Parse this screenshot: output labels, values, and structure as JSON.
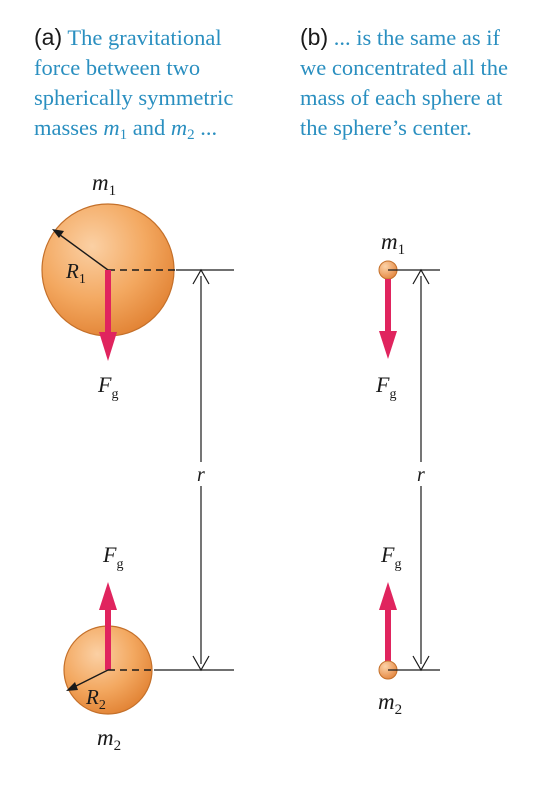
{
  "caption_a": {
    "tag": "(a)",
    "line1": "The gravitational",
    "line2": "force between two",
    "line3": "spherically symmetric",
    "line4_prefix": "masses",
    "mass1_symbol": "m",
    "mass1_sub": "1",
    "conj": "and",
    "mass2_symbol": "m",
    "mass2_sub": "2",
    "line4_suffix": "..."
  },
  "caption_b": {
    "tag": "(b)",
    "line1": "... is the same as if",
    "line2": "we concentrated all the",
    "line3": "mass of each sphere at",
    "line4": "the sphere’s center."
  },
  "labels": {
    "m": "m",
    "sub1": "1",
    "sub2": "2",
    "R": "R",
    "F": "F",
    "g": "g",
    "r": "r"
  },
  "colors": {
    "caption_text": "#2a8fc0",
    "sphere_light": "#fbd0a4",
    "sphere_dark": "#e88a3a",
    "sphere_edge": "#c4702a",
    "force_arrow": "#e0245e",
    "line": "#1a1a1a"
  }
}
